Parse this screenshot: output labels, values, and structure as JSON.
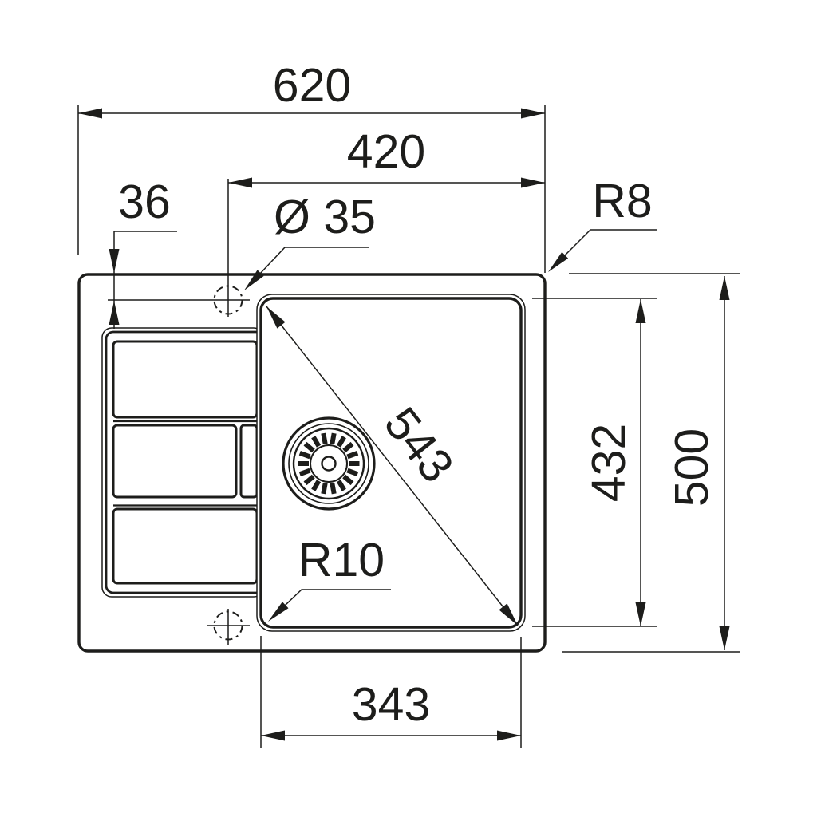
{
  "drawing": {
    "type": "sink-top-view-dimension-drawing",
    "line_color": "#1d1d1b",
    "background_color": "#ffffff"
  },
  "dimensions": {
    "overall_width": "620",
    "right_span_width": "420",
    "edge_to_bowl_offset": "36",
    "tap_hole_diameter": "Ø 35",
    "outer_corner_radius": "R8",
    "bowl_diagonal": "543",
    "bowl_inner_depth": "432",
    "overall_depth": "500",
    "bowl_corner_radius": "R10",
    "bowl_inner_width": "343"
  }
}
